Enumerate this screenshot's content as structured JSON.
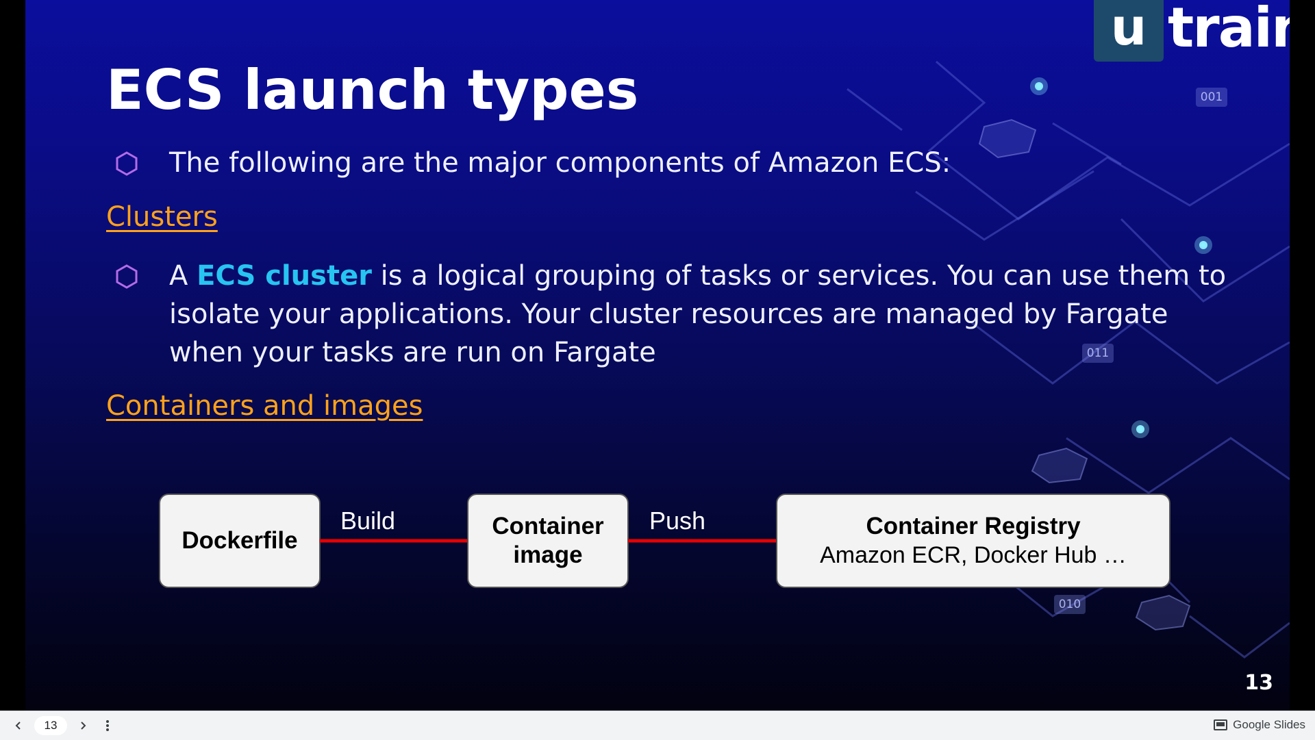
{
  "logo": {
    "box_letter": "u",
    "text": "train"
  },
  "slide": {
    "title": "ECS launch types",
    "bullet1": "The following are the major components of Amazon ECS:",
    "section1": "Clusters",
    "bullet2": {
      "prefix": "A ",
      "highlight": "ECS cluster",
      "line1_rest": " is a logical grouping of tasks or services. You can use them to",
      "line2": "isolate your applications. Your cluster resources are managed by Fargate",
      "line3": "when your tasks are run on Fargate"
    },
    "section2": "Containers and images",
    "diagram": {
      "node1": "Dockerfile",
      "edge1": "Build",
      "node2_line1": "Container",
      "node2_line2": "image",
      "edge2": "Push",
      "node3_title": "Container Registry",
      "node3_sub": "Amazon ECR, Docker Hub …"
    },
    "decor_tags": [
      "001",
      "011",
      "010"
    ],
    "page_number": "13"
  },
  "bottom_bar": {
    "current_page": "13",
    "brand": "Google Slides"
  },
  "colors": {
    "accent_link": "#ffa21a",
    "highlight": "#27c4f2",
    "bullet_mark": "#b36be8",
    "arrow": "#e80000"
  },
  "icons": [
    "hexagon-bullet-icon",
    "chevron-left-icon",
    "chevron-right-icon",
    "more-vert-icon",
    "slides-icon"
  ]
}
